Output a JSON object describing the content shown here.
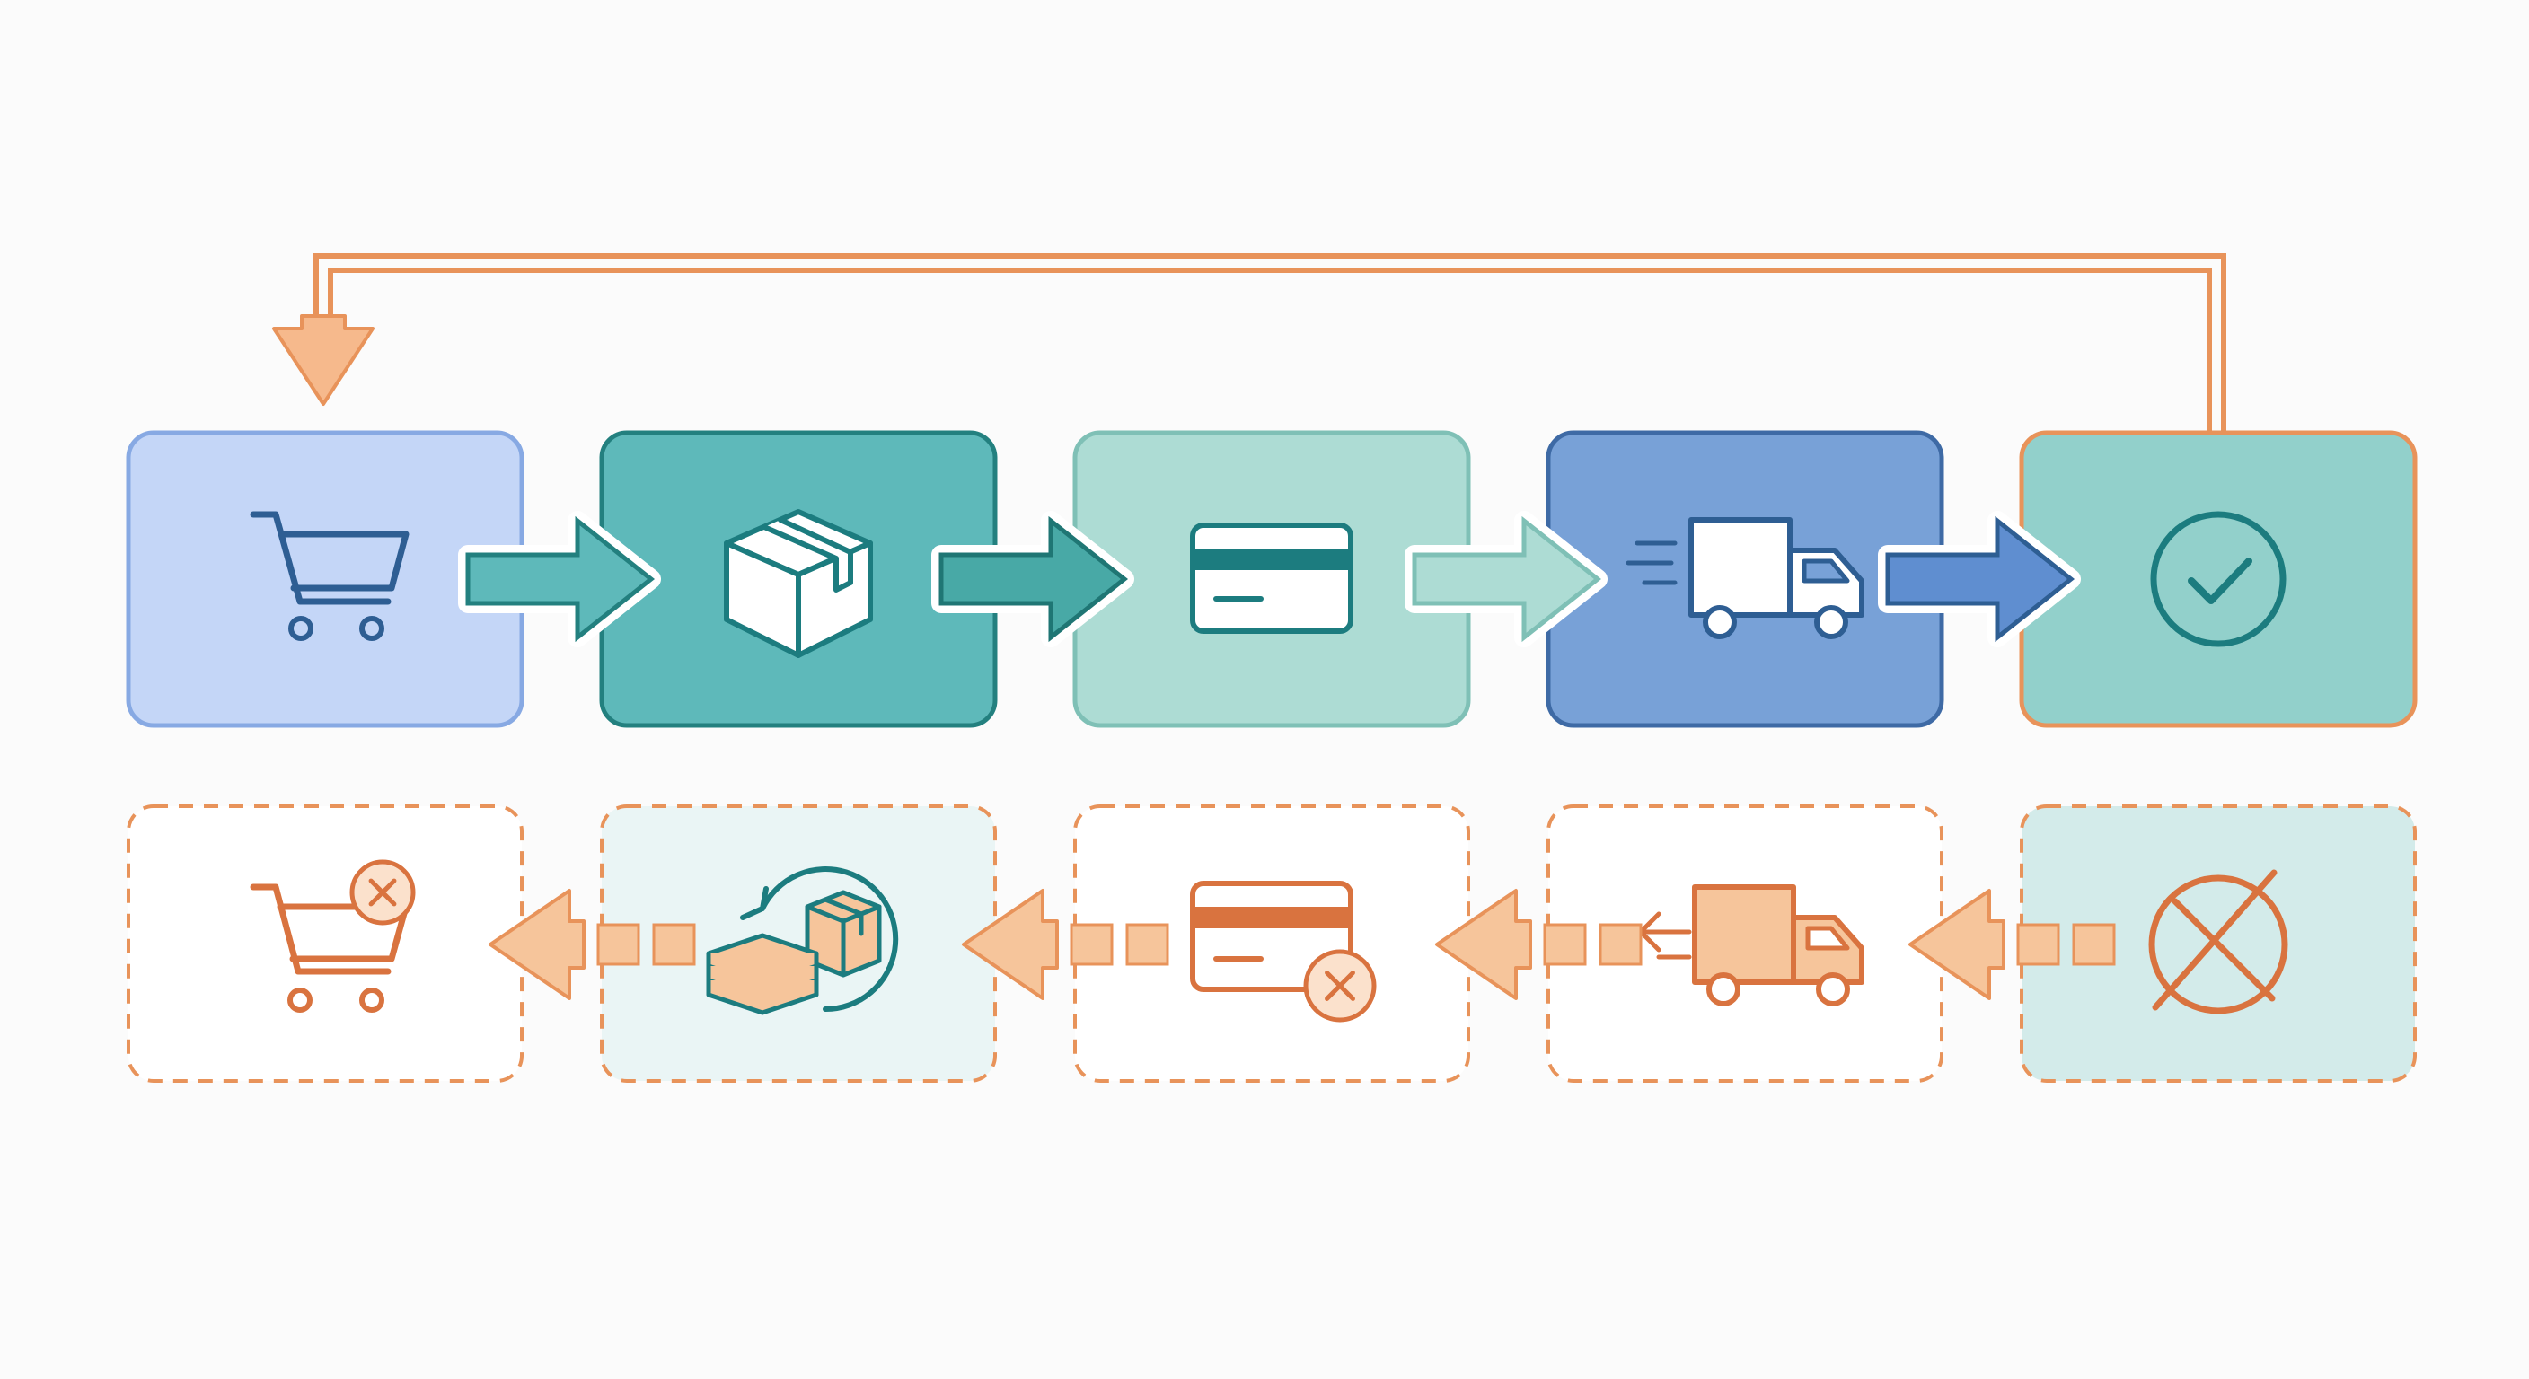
{
  "colors": {
    "background": "#fbfbfb",
    "orange": "#e8935a",
    "orange_dark": "#d9733f",
    "orange_fill": "#f6c59b",
    "teal_dark": "#1c7c7f",
    "navy": "#2e5e93",
    "white": "#ffffff"
  },
  "forward_steps": [
    {
      "name": "cart-step",
      "icon": "shopping-cart-icon",
      "fill": "#c4d6f7",
      "stroke": "#87a9e3"
    },
    {
      "name": "package-step",
      "icon": "package-box-icon",
      "fill": "#5eb9ba",
      "stroke": "#23807f"
    },
    {
      "name": "payment-step",
      "icon": "credit-card-icon",
      "fill": "#addcd4",
      "stroke": "#7fc0b6"
    },
    {
      "name": "shipping-step",
      "icon": "delivery-truck-icon",
      "fill": "#78a1d7",
      "stroke": "#3e6aa5"
    },
    {
      "name": "complete-step",
      "icon": "check-circle-icon",
      "fill": "#92d0cb",
      "stroke": "#e8935a"
    }
  ],
  "forward_arrows": [
    {
      "fill": "#5eb9ba",
      "stroke": "#23807f"
    },
    {
      "fill": "#48a9a6",
      "stroke": "#1f7674"
    },
    {
      "fill": "#addcd4",
      "stroke": "#7fc0b6"
    },
    {
      "fill": "#5f8ed0",
      "stroke": "#2e5e93"
    }
  ],
  "reverse_steps": [
    {
      "name": "cart-cancel-step",
      "icon": "cart-cancel-icon",
      "fill": "#ffffff"
    },
    {
      "name": "return-stock-step",
      "icon": "restock-boxes-icon",
      "fill": "#eaf5f5"
    },
    {
      "name": "payment-cancel-step",
      "icon": "card-cancel-icon",
      "fill": "#ffffff"
    },
    {
      "name": "shipping-return-step",
      "icon": "truck-return-icon",
      "fill": "#ffffff"
    },
    {
      "name": "order-cancel-step",
      "icon": "cancel-circle-icon",
      "fill": "#d3ebea"
    }
  ]
}
